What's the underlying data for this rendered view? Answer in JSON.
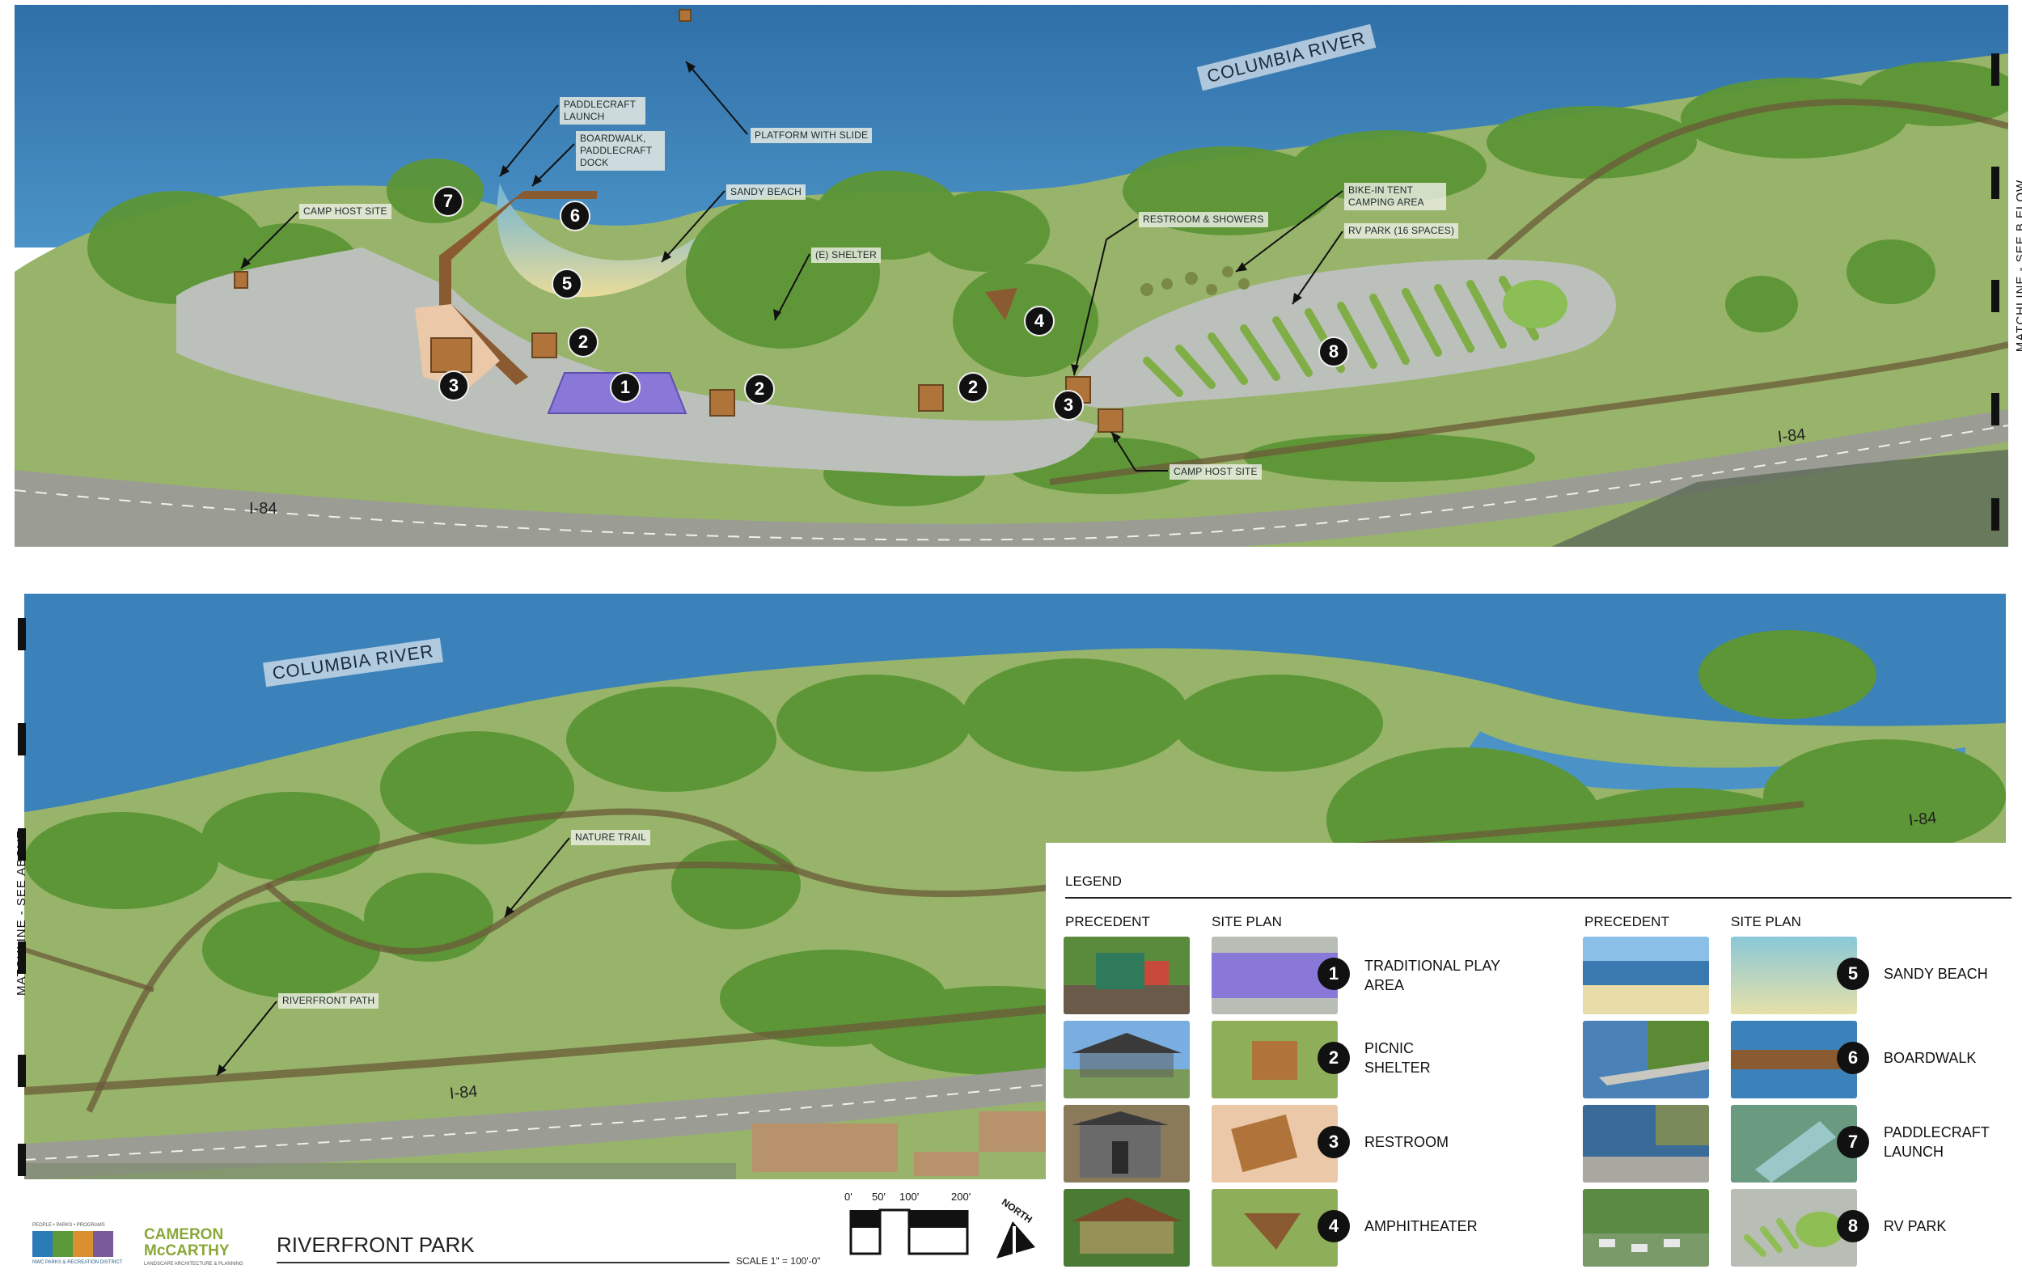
{
  "top_panel": {
    "river_label": "COLUMBIA RIVER",
    "highway_labels": [
      "I-84",
      "I-84"
    ],
    "matchline": "MATCHLINE - SEE B ELOW",
    "callouts": {
      "paddlecraft_launch": "PADDLECRAFT LAUNCH",
      "boardwalk_dock": "BOARDWALK, PADDLECRAFT DOCK",
      "platform_slide": "PLATFORM WITH SLIDE",
      "sandy_beach": "SANDY BEACH",
      "camp_host_west": "CAMP HOST SITE",
      "shelter": "(E) SHELTER",
      "restroom_showers": "RESTROOM & SHOWERS",
      "bike_in_tent": "BIKE-IN TENT CAMPING AREA",
      "rv_park": "RV PARK (16 SPACES)",
      "camp_host_east": "CAMP HOST SITE"
    },
    "markers": [
      "7",
      "6",
      "5",
      "2",
      "3",
      "1",
      "2",
      "2",
      "4",
      "3",
      "8"
    ]
  },
  "bottom_panel": {
    "river_label": "COLUMBIA RIVER",
    "highway_labels": [
      "I-84",
      "I-84"
    ],
    "matchline": "MATCHLINE - SEE ABOVE",
    "callouts": {
      "nature_trail": "NATURE TRAIL",
      "riverfront_path": "RIVERFRONT PATH"
    }
  },
  "legend": {
    "title": "LEGEND",
    "col_precedent": "PRECEDENT",
    "col_site_plan": "SITE PLAN",
    "items": [
      {
        "num": "1",
        "label": "TRADITIONAL PLAY AREA"
      },
      {
        "num": "2",
        "label": "PICNIC SHELTER"
      },
      {
        "num": "3",
        "label": "RESTROOM"
      },
      {
        "num": "4",
        "label": "AMPHITHEATER"
      },
      {
        "num": "5",
        "label": "SANDY BEACH"
      },
      {
        "num": "6",
        "label": "BOARDWALK"
      },
      {
        "num": "7",
        "label": "PADDLECRAFT LAUNCH"
      },
      {
        "num": "8",
        "label": "RV PARK"
      }
    ]
  },
  "footer": {
    "title": "RIVERFRONT PARK",
    "scale": "SCALE 1\" = 100'-0\"",
    "scale_ticks": [
      "0'",
      "50'",
      "100'",
      "200'"
    ],
    "north": "NORTH",
    "logo_left_tagline": "PEOPLE • PARKS • PROGRAMS",
    "logo_left_org": "NWC PARKS & RECREATION DISTRICT",
    "logo_right_name_1": "CAMERON",
    "logo_right_name_2": "McCARTHY",
    "logo_right_sub": "LANDSCAPE ARCHITECTURE & PLANNING"
  },
  "colors": {
    "river": "#3b80b8",
    "grass": "#8fae5a",
    "trees": "#5e9a3a",
    "paving": "#b9bdb8",
    "trail": "#6b5a3a",
    "highway": "#9a9c95",
    "play_area": "#8a78d8"
  }
}
